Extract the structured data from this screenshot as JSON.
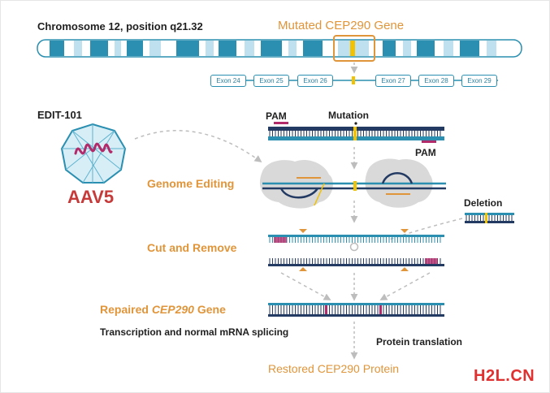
{
  "chromosome_label": "Chromosome 12, position q21.32",
  "gene_title": "Mutated CEP290 Gene",
  "exons": [
    "Exon 24",
    "Exon 25",
    "Exon 26",
    "Exon 27",
    "Exon 28",
    "Exon 29"
  ],
  "edit_label": "EDIT-101",
  "vector_label": "AAV5",
  "pam_top": "PAM",
  "mutation_label": "Mutation",
  "pam_bottom": "PAM",
  "step_genome_editing": "Genome Editing",
  "step_cut_remove": "Cut and Remove",
  "deletion_label": "Deletion",
  "repaired_prefix": "Repaired ",
  "repaired_gene": "CEP290",
  "repaired_suffix": " Gene",
  "transcription_label": "Transcription and normal mRNA splicing",
  "protein_translation_label": "Protein translation",
  "restored_label": "Restored CEP290 Protein",
  "watermark": "H2L.CN",
  "colors": {
    "orange": "#e0953a",
    "teal": "#2a8fb0",
    "dark_blue": "#233a63",
    "magenta": "#b22a6a",
    "yellow": "#f2c200",
    "red": "#c63a3a",
    "gray_arrow": "#bdbdbd"
  }
}
